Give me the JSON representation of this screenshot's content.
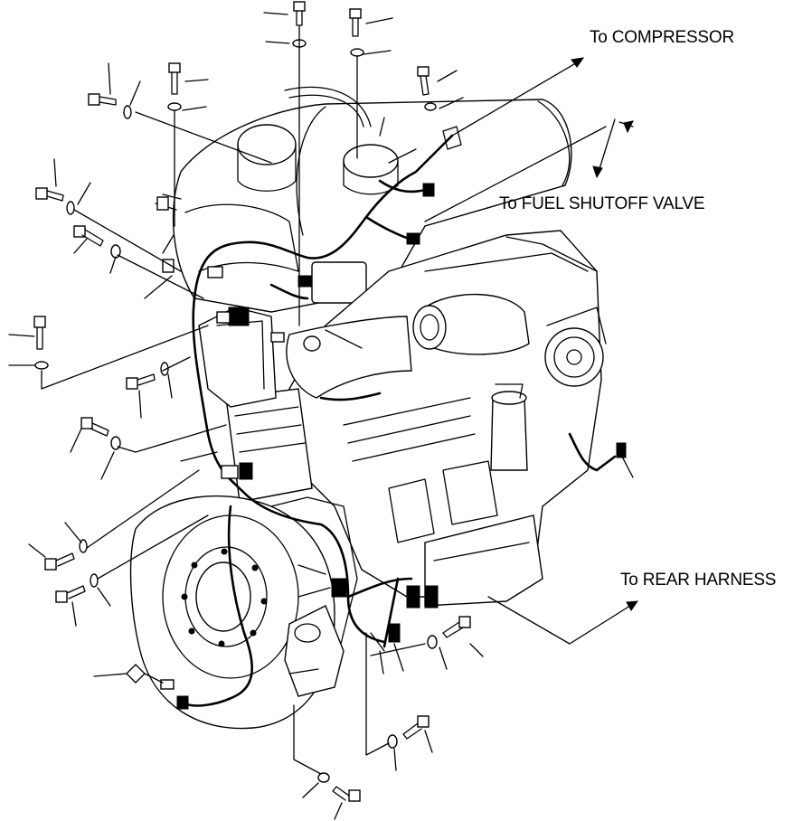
{
  "diagram": {
    "callouts": {
      "compressor": "To COMPRESSOR",
      "fuel_shutoff": "To FUEL SHUTOFF VALVE",
      "rear_harness": "To REAR HARNESS"
    },
    "colors": {
      "ink": "#000000",
      "paper": "#ffffff"
    },
    "icons": [
      "bolt-icon",
      "washer-icon",
      "clamp-icon",
      "connector-icon",
      "arrow-icon"
    ]
  }
}
